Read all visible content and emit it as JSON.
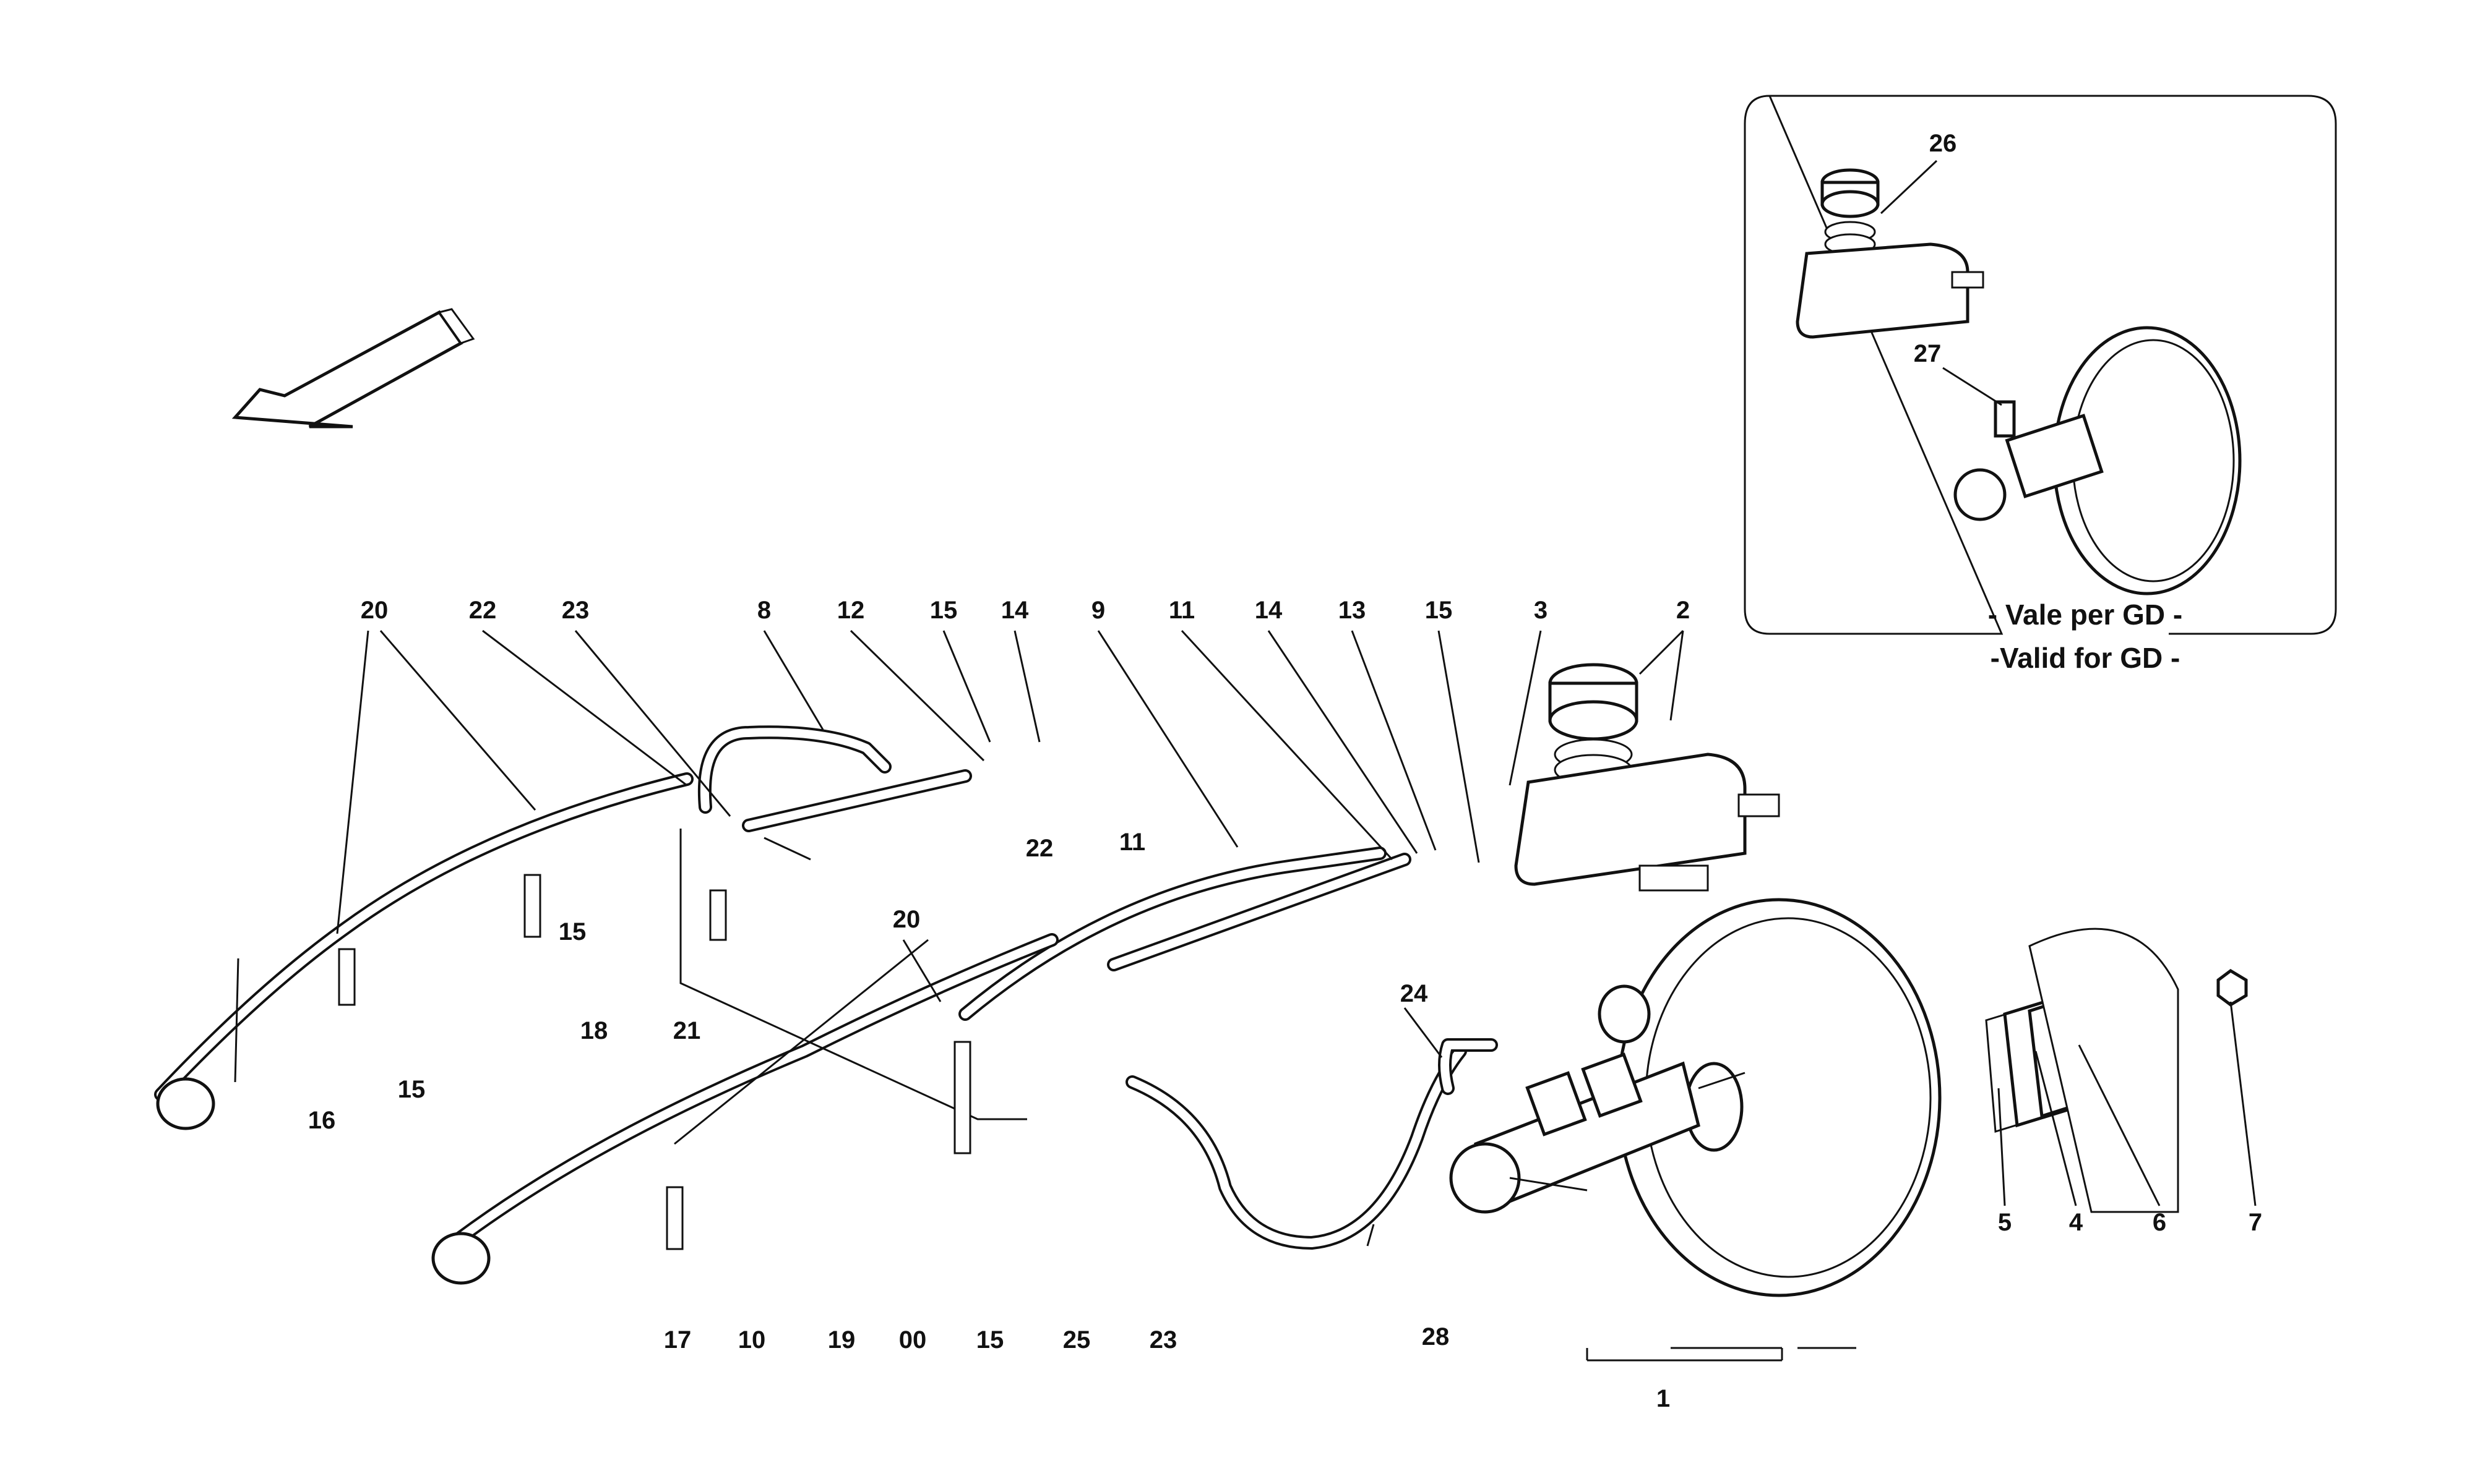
{
  "inset": {
    "line1": "- Vale per GD -",
    "line2": "-Valid for GD -"
  },
  "callouts": [
    {
      "id": "c1",
      "text": "1"
    },
    {
      "id": "c2",
      "text": "2"
    },
    {
      "id": "c3",
      "text": "3"
    },
    {
      "id": "c4",
      "text": "4"
    },
    {
      "id": "c5",
      "text": "5"
    },
    {
      "id": "c6",
      "text": "6"
    },
    {
      "id": "c7",
      "text": "7"
    },
    {
      "id": "c8",
      "text": "8"
    },
    {
      "id": "c9",
      "text": "9"
    },
    {
      "id": "c10",
      "text": "10"
    },
    {
      "id": "c11a",
      "text": "11"
    },
    {
      "id": "c11b",
      "text": "11"
    },
    {
      "id": "c12",
      "text": "12"
    },
    {
      "id": "c13",
      "text": "13"
    },
    {
      "id": "c14a",
      "text": "14"
    },
    {
      "id": "c14b",
      "text": "14"
    },
    {
      "id": "c15a",
      "text": "15"
    },
    {
      "id": "c15b",
      "text": "15"
    },
    {
      "id": "c15c",
      "text": "15"
    },
    {
      "id": "c15d",
      "text": "15"
    },
    {
      "id": "c15e",
      "text": "15"
    },
    {
      "id": "c16",
      "text": "16"
    },
    {
      "id": "c17",
      "text": "17"
    },
    {
      "id": "c18",
      "text": "18"
    },
    {
      "id": "c19",
      "text": "19"
    },
    {
      "id": "c00",
      "text": "00"
    },
    {
      "id": "c20a",
      "text": "20"
    },
    {
      "id": "c20b",
      "text": "20"
    },
    {
      "id": "c21",
      "text": "21"
    },
    {
      "id": "c22a",
      "text": "22"
    },
    {
      "id": "c22b",
      "text": "22"
    },
    {
      "id": "c23a",
      "text": "23"
    },
    {
      "id": "c23b",
      "text": "23"
    },
    {
      "id": "c24",
      "text": "24"
    },
    {
      "id": "c25",
      "text": "25"
    },
    {
      "id": "c26",
      "text": "26"
    },
    {
      "id": "c27",
      "text": "27"
    },
    {
      "id": "c28",
      "text": "28"
    }
  ]
}
